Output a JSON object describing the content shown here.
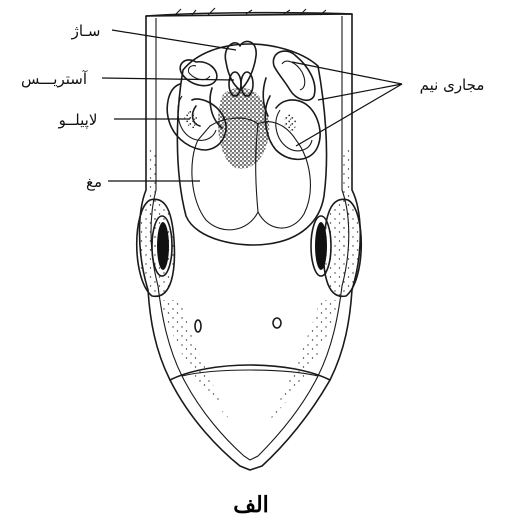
{
  "labels": {
    "saz": "سـاژ",
    "astris": "آستریـــس",
    "lapilo": "لاپیلــو",
    "magh": "مغ",
    "semicircular": "مجاری نیم"
  },
  "caption": "الف",
  "colors": {
    "ink": "#1a1a1a",
    "stipple": "#2b2b2b",
    "background": "#ffffff"
  }
}
